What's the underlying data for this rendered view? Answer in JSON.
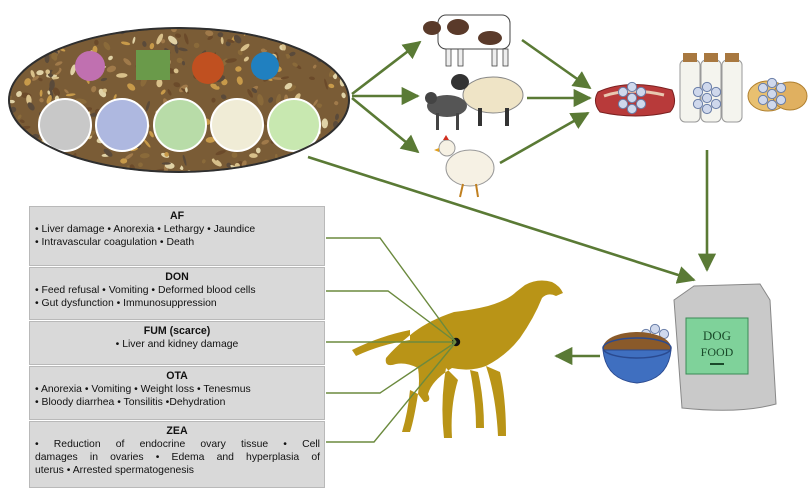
{
  "figure": {
    "sources": {
      "label": "grain-and-mold-collage",
      "grain_colors": [
        "#8a6a3a",
        "#c79a4a",
        "#6b4a2a",
        "#d8c08a",
        "#5a4a3a",
        "#a07a4a",
        "#e0d2a6",
        "#7a5c36"
      ],
      "mold_colors": [
        "#c8c8c8",
        "#aeb8e0",
        "#b8dca8",
        "#f0ecd6",
        "#c8e8b0"
      ],
      "plant_colors": [
        "#c070b0",
        "#6a9a4a",
        "#c05020",
        "#2080c0"
      ]
    },
    "livestock": [
      "cow",
      "sheep",
      "chicken"
    ],
    "products": [
      "meat",
      "milk",
      "eggs"
    ],
    "dog_food": {
      "bag_label_line1": "DOG",
      "bag_label_line2": "FOOD",
      "bag_color": "#c9c9c9",
      "label_color": "#7fd29a"
    },
    "dog_color": "#b99417",
    "arrow_color": "#5a7a35",
    "connector_color": "#6b8a3e",
    "effects": [
      {
        "toxin": "AF",
        "lines": [
          "• Liver damage • Anorexia • Lethargy • Jaundice",
          "• Intravascular coagulation • Death"
        ]
      },
      {
        "toxin": "DON",
        "lines": [
          "• Feed refusal • Vomiting • Deformed blood cells",
          "• Gut dysfunction • Immunosuppression"
        ]
      },
      {
        "toxin": "FUM (scarce)",
        "lines": [
          "• Liver and kidney damage"
        ]
      },
      {
        "toxin": "OTA",
        "lines": [
          "• Anorexia • Vomiting • Weight loss • Tenesmus",
          "• Bloody diarrhea • Tonsilitis •Dehydration"
        ]
      },
      {
        "toxin": "ZEA",
        "lines": [
          "• Reduction of endocrine ovary tissue • Cell",
          "damages in ovaries • Edema and hyperplasia of",
          "uterus • Arrested spermatogenesis"
        ]
      }
    ]
  }
}
